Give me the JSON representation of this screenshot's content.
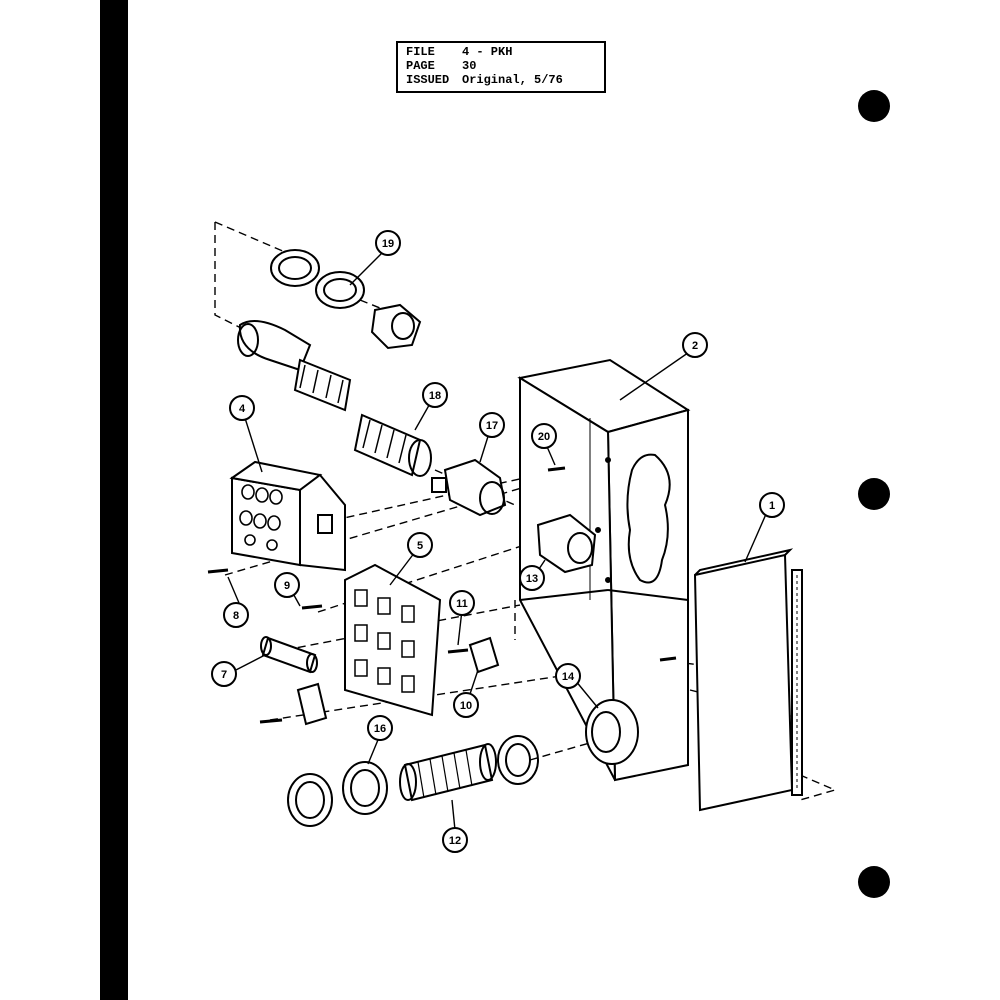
{
  "info_box": {
    "rows": [
      {
        "key": "FILE",
        "value": "4 - PKH"
      },
      {
        "key": "PAGE",
        "value": "30"
      },
      {
        "key": "ISSUED",
        "value": "Original, 5/76"
      }
    ]
  },
  "callouts": [
    "1",
    "2",
    "4",
    "5",
    "7",
    "8",
    "9",
    "10",
    "11",
    "12",
    "13",
    "14",
    "16",
    "17",
    "18",
    "19",
    "20"
  ]
}
